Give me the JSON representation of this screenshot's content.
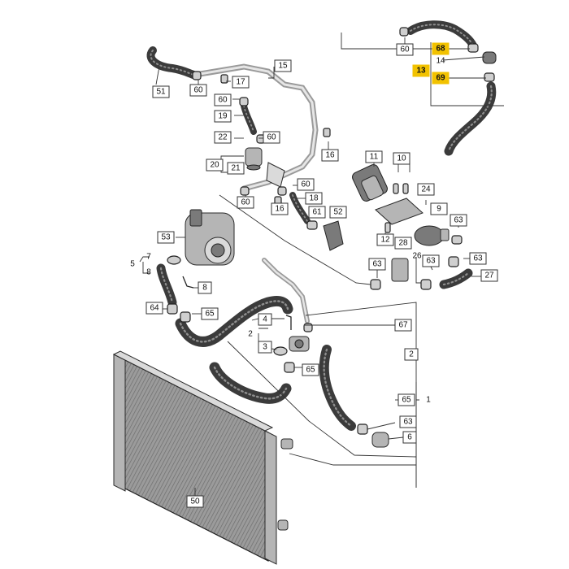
{
  "diagram": {
    "callouts": [
      {
        "label": "60"
      },
      {
        "label": "68",
        "highlight": true
      },
      {
        "label": "14"
      },
      {
        "label": "13",
        "highlight": true
      },
      {
        "label": "69",
        "highlight": true
      },
      {
        "label": "15"
      },
      {
        "label": "51"
      },
      {
        "label": "60"
      },
      {
        "label": "17"
      },
      {
        "label": "60"
      },
      {
        "label": "19"
      },
      {
        "label": "22"
      },
      {
        "label": "60"
      },
      {
        "label": "16"
      },
      {
        "label": "20"
      },
      {
        "label": "21"
      },
      {
        "label": "11"
      },
      {
        "label": "10"
      },
      {
        "label": "60"
      },
      {
        "label": "18"
      },
      {
        "label": "60"
      },
      {
        "label": "16"
      },
      {
        "label": "61"
      },
      {
        "label": "52"
      },
      {
        "label": "24"
      },
      {
        "label": "9"
      },
      {
        "label": "63"
      },
      {
        "label": "53"
      },
      {
        "label": "12"
      },
      {
        "label": "28"
      },
      {
        "label": "5"
      },
      {
        "label": "7"
      },
      {
        "label": "8"
      },
      {
        "label": "63"
      },
      {
        "label": "26"
      },
      {
        "label": "63"
      },
      {
        "label": "63"
      },
      {
        "label": "27"
      },
      {
        "label": "8"
      },
      {
        "label": "64"
      },
      {
        "label": "65"
      },
      {
        "label": "4"
      },
      {
        "label": "2"
      },
      {
        "label": "67"
      },
      {
        "label": "3"
      },
      {
        "label": "2"
      },
      {
        "label": "65"
      },
      {
        "label": "65"
      },
      {
        "label": "1"
      },
      {
        "label": "63"
      },
      {
        "label": "6"
      },
      {
        "label": "50"
      }
    ]
  }
}
